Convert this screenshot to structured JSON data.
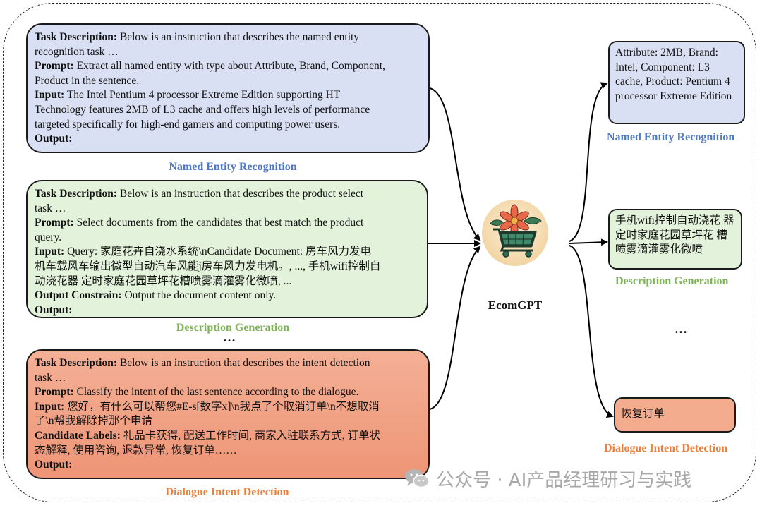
{
  "ner_box": {
    "task_label": "Task Description:",
    "task_text_1": " Below is an instruction that describes the named entity",
    "task_text_2": "recognition task …",
    "prompt_label": "Prompt:",
    "prompt_text_1": " Extract all named entity with type about Attribute, Brand, Component,",
    "prompt_text_2": "Product in the sentence.",
    "input_label": "Input:",
    "input_text_1": " The Intel Pentium 4 processor Extreme Edition supporting HT",
    "input_text_2": "Technology features 2MB of L3 cache and offers high levels of performance",
    "input_text_3": "targeted specifically for high-end gamers and computing power users.",
    "output_label": "Output:"
  },
  "desc_box": {
    "task_label": "Task Description:",
    "task_text_1": " Below is an instruction that describes the product select",
    "task_text_2": "task …",
    "prompt_label": "Prompt:",
    "prompt_text_1": " Select documents from the candidates that best match the product",
    "prompt_text_2": "query.",
    "input_label": "Input:",
    "input_text_1": " Query: 家庭花卉自浇水系统\\nCandidate Document: 房车风力发电",
    "input_text_2": "机车载风车输出微型自动汽车风能j房车风力发电机。, ..., 手机wifi控制自",
    "input_text_3": "动浇花器 定时家庭花园草坪花槽喷雾滴灌雾化微喷, ...",
    "constrain_label": "Output Constrain:",
    "constrain_text": " Output the document content only.",
    "output_label": "Output:"
  },
  "intent_box": {
    "task_label": "Task Description:",
    "task_text_1": " Below is an instruction that describes the intent detection",
    "task_text_2": "task …",
    "prompt_label": "Prompt:",
    "prompt_text": " Classify the intent of the last sentence according to the dialogue.",
    "input_label": "Input:",
    "input_text_1": " 您好，有什么可以帮您#E-s[数字x]\\n我点了个取消订单\\n不想取消",
    "input_text_2": "了\\n帮我解除掉那个申请",
    "labels_label": "Candidate Labels:",
    "labels_text_1": " 礼品卡获得, 配送工作时间, 商家入驻联系方式, 订单状",
    "labels_text_2": "态解释, 使用咨询, 退款异常, 恢复订单……",
    "output_label": "Output:"
  },
  "captions": {
    "ner": "Named Entity Recognition",
    "desc": "Description Generation",
    "intent": "Dialogue Intent Detection"
  },
  "ellipsis_left": "…",
  "ellipsis_right": "…",
  "model": {
    "name": "EcomGPT",
    "icon": "shopping-cart-flower-icon"
  },
  "outputs": {
    "ner_lines": [
      "Attribute: 2MB, Brand:",
      "Intel, Component: L3",
      "cache, Product: Pentium",
      "4 processor Extreme",
      "Edition"
    ],
    "desc_lines": [
      "手机wifi控制自动浇花",
      "器 定时家庭花园草坪花",
      "槽喷雾滴灌雾化微喷"
    ],
    "intent_text": "恢复订单"
  },
  "watermark": {
    "icon": "wechat-icon",
    "text": "公众号 · AI产品经理研习与实践"
  },
  "colors": {
    "ner_fill": "#d9e0f3",
    "desc_fill": "#e3f2da",
    "intent_fill": "#f2a587",
    "ner_caption": "#4f78c5",
    "desc_caption": "#7db356",
    "intent_caption": "#ec7f3b"
  }
}
